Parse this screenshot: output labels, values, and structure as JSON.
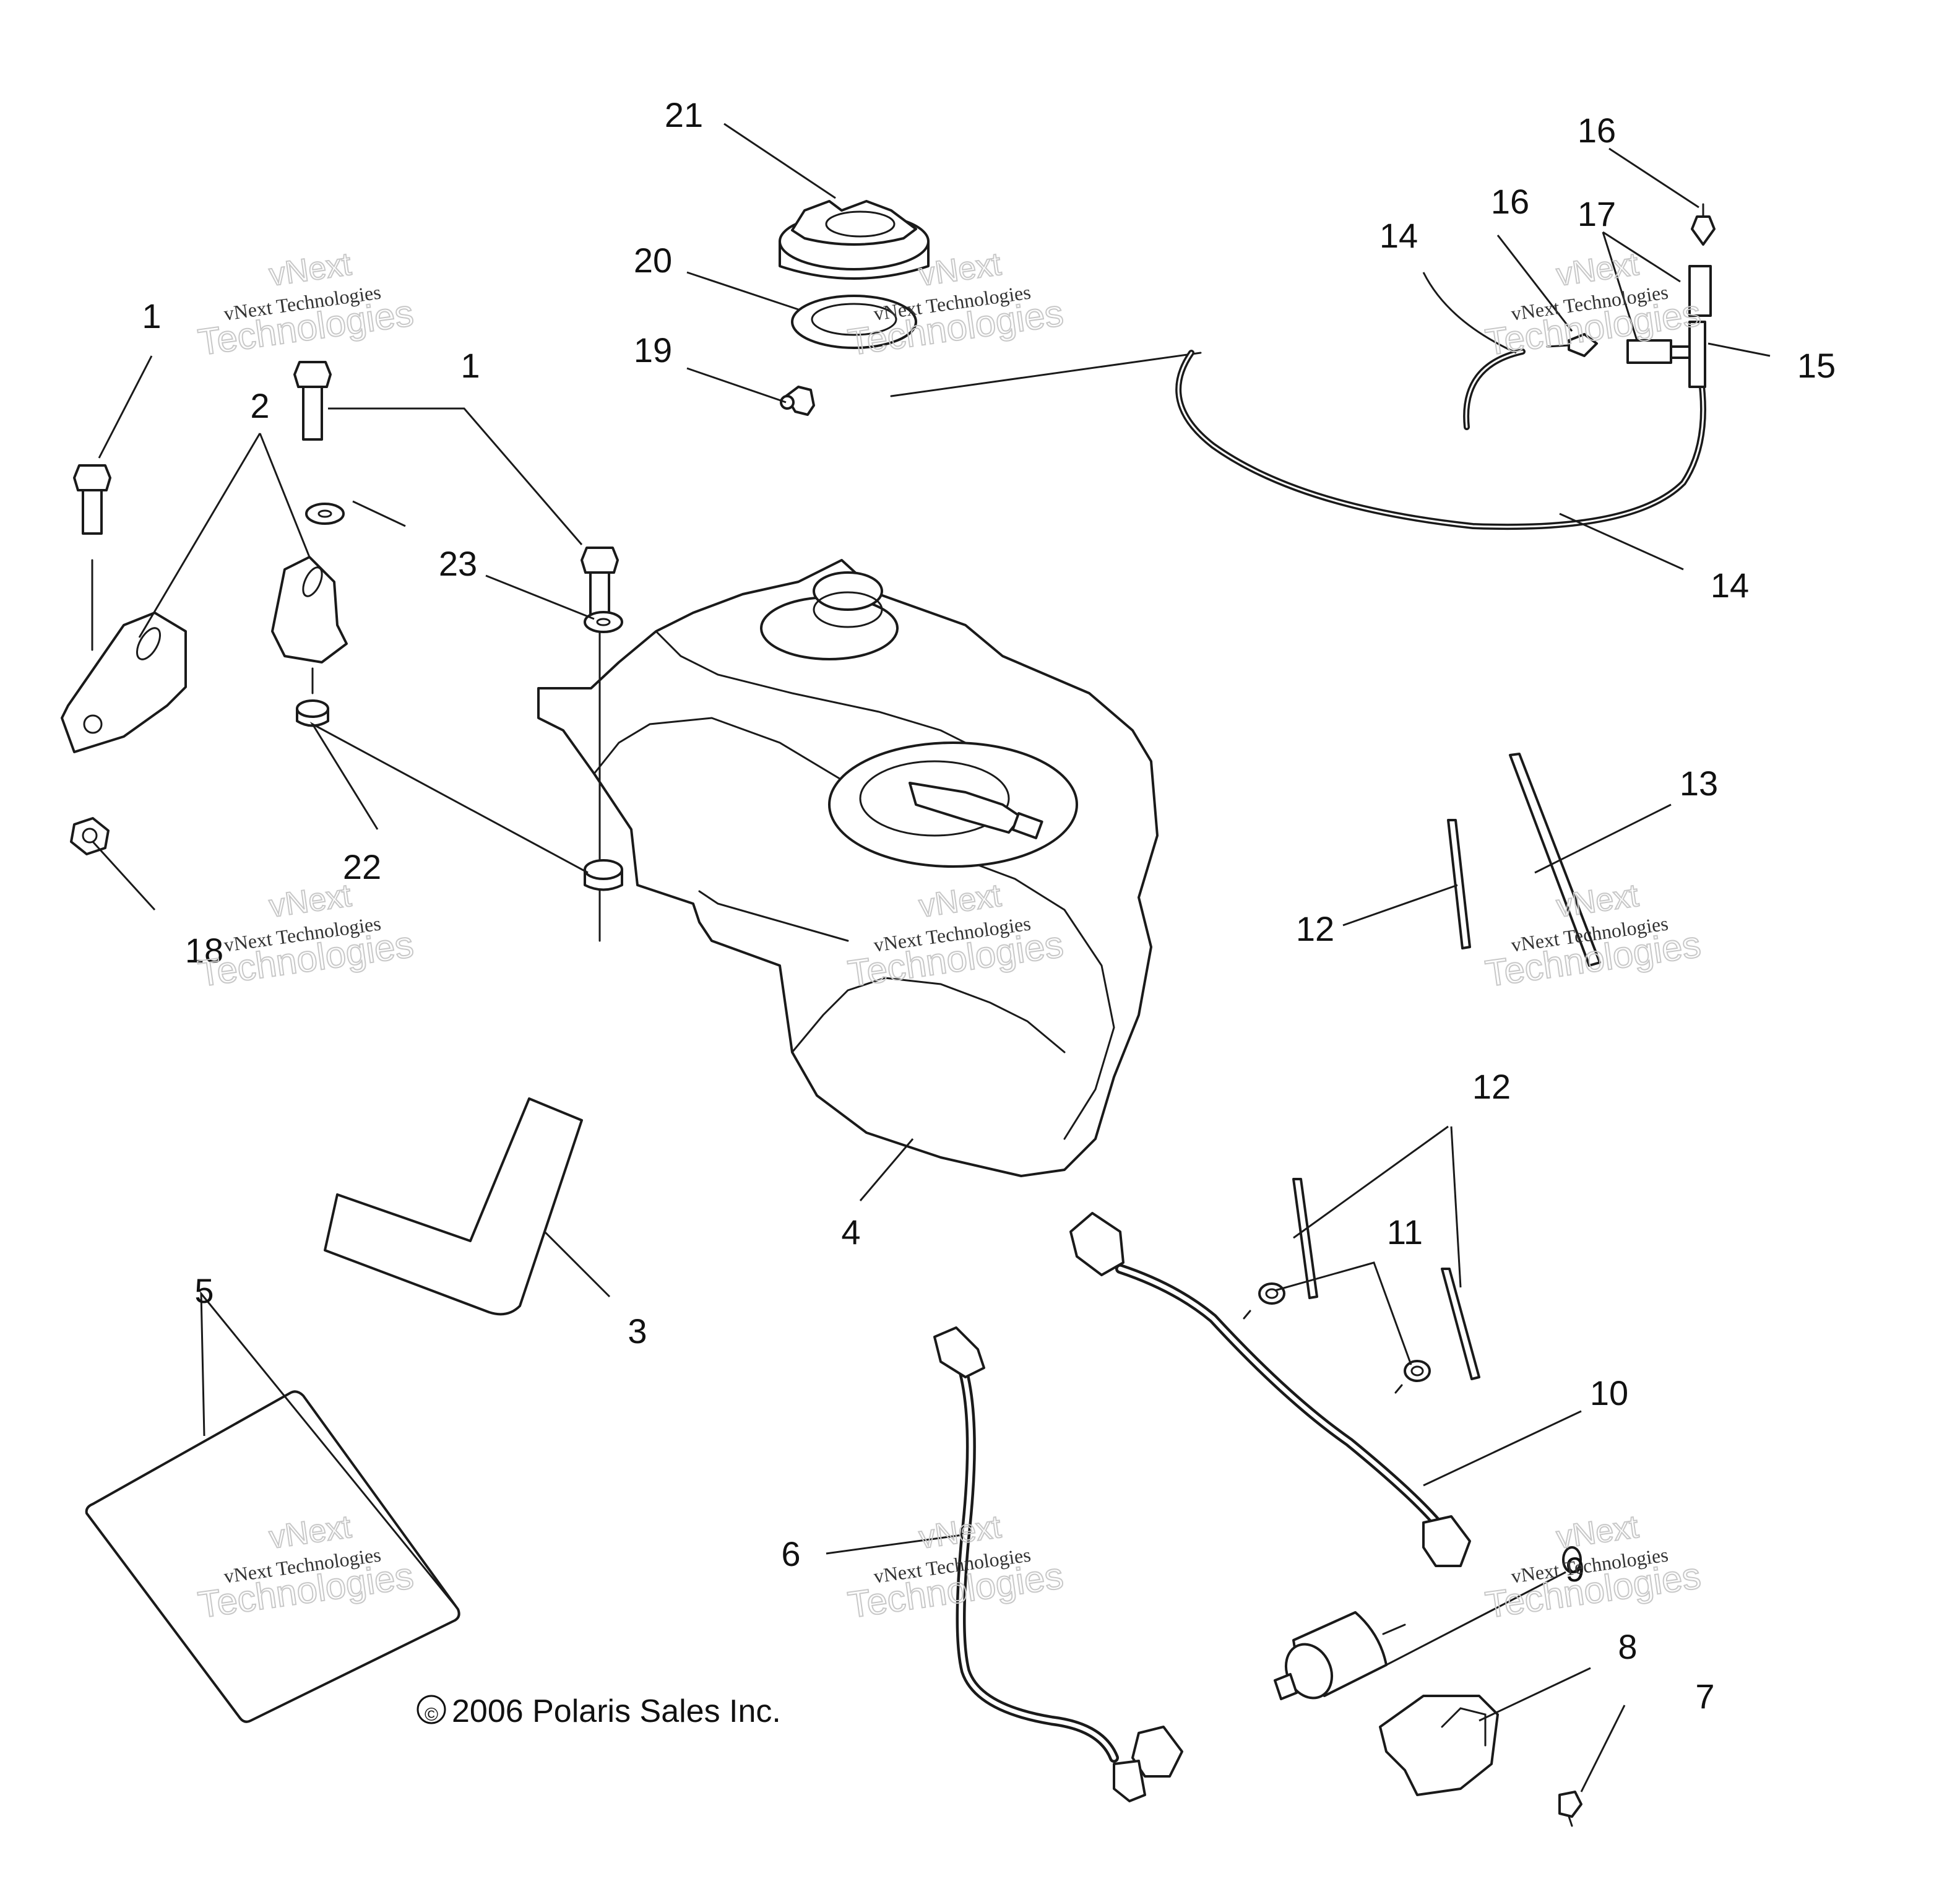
{
  "diagram": {
    "callouts": [
      "1",
      "1",
      "2",
      "3",
      "4",
      "5",
      "6",
      "7",
      "8",
      "9",
      "10",
      "11",
      "12",
      "12",
      "13",
      "14",
      "14",
      "15",
      "16",
      "16",
      "17",
      "18",
      "19",
      "20",
      "21",
      "22",
      "23"
    ],
    "copyright": "2006 Polaris Sales Inc.",
    "copyright_symbol": "©",
    "watermark": {
      "line1": "vNext",
      "line2": "vNext Technologies",
      "line3": "Technologies"
    }
  }
}
